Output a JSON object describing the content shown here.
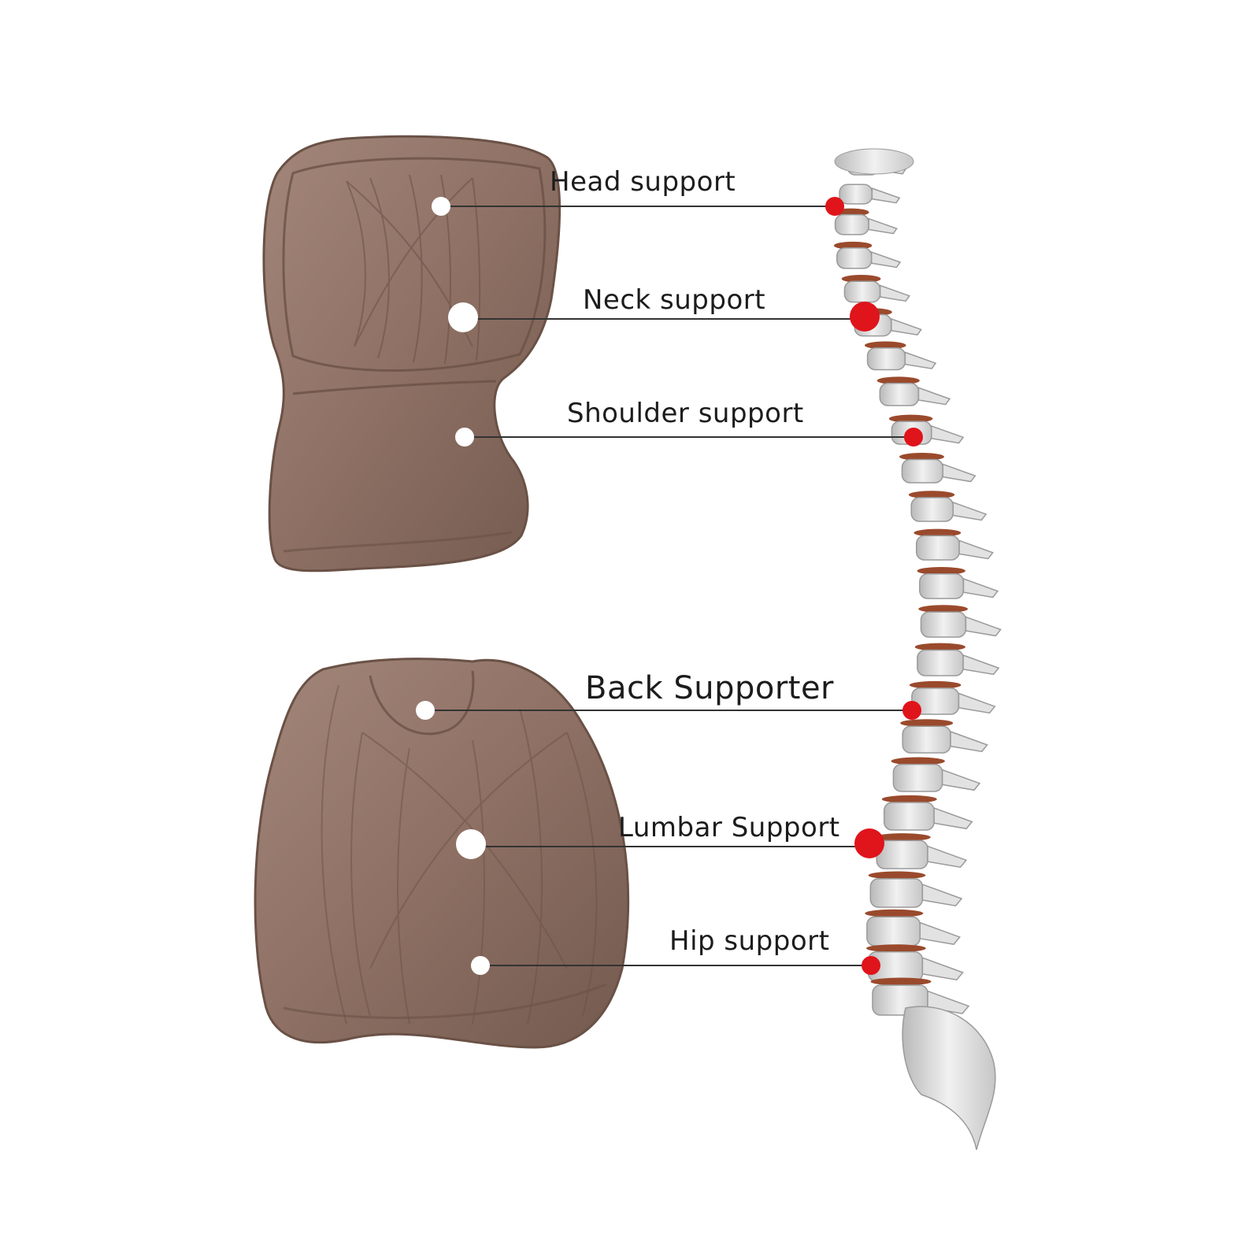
{
  "labels": {
    "head": "Head support",
    "neck": "Neck support",
    "shoulder": "Shoulder support",
    "back": "Back Supporter",
    "lumbar": "Lumbar Support",
    "hip": "Hip support"
  },
  "colors": {
    "cushion": "#8f7265",
    "cushion_dark": "#6e5449",
    "leader_line": "#333333",
    "marker_white": "#ffffff",
    "marker_red": "#e0141b",
    "bone": "#e2e2e2",
    "disc": "#9a4a2c"
  },
  "icons": {
    "headrest": "neck-pillow-icon",
    "lumbar_cushion": "lumbar-cushion-icon",
    "spine": "spine-skeleton-icon"
  }
}
